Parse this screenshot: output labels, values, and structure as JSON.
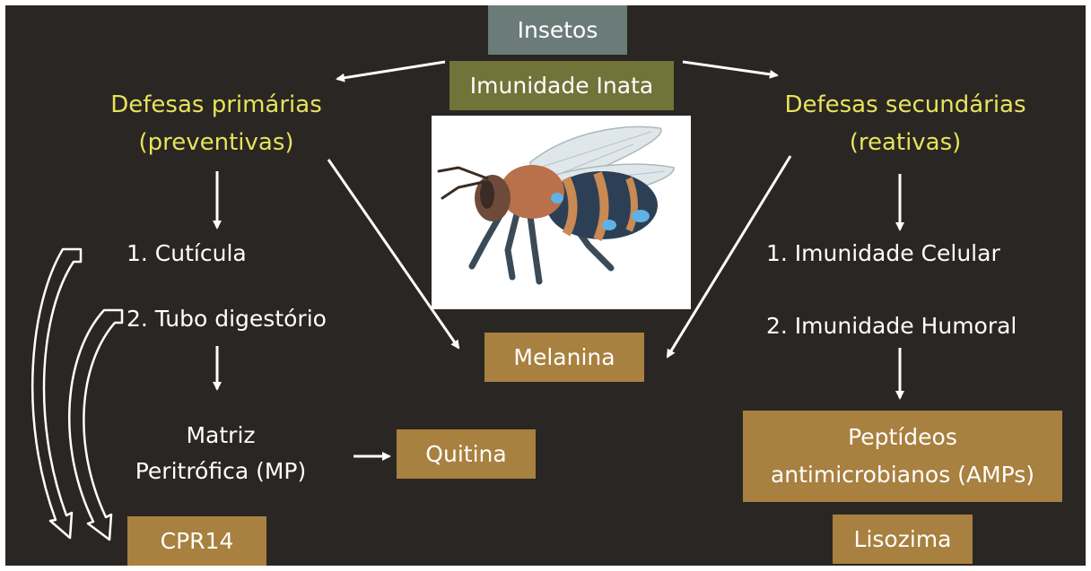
{
  "top": {
    "title": "Insetos",
    "subtitle": "Imunidade Inata"
  },
  "left": {
    "heading_line1": "Defesas primárias",
    "heading_line2": "(preventivas)",
    "item1": "1. Cutícula",
    "item2": "2. Tubo digestório",
    "matrix_line1": "Matriz",
    "matrix_line2": "Peritrófica (MP)",
    "chitin": "Quitina",
    "cpr": "CPR14"
  },
  "center": {
    "bee_icon": "bee-illustration",
    "melanin": "Melanina"
  },
  "right": {
    "heading_line1": "Defesas secundárias",
    "heading_line2": "(reativas)",
    "item1": "1. Imunidade Celular",
    "item2": "2. Imunidade Humoral",
    "amp_line1": "Peptídeos",
    "amp_line2": "antimicrobianos (AMPs)",
    "lysozyme": "Lisozima"
  },
  "colors": {
    "background": "#2a2623",
    "insetos_box": "#6b7c78",
    "innate_box": "#727338",
    "result_boxes": "#a8803f",
    "headings": "#e7e35a",
    "text": "#ffffff"
  }
}
